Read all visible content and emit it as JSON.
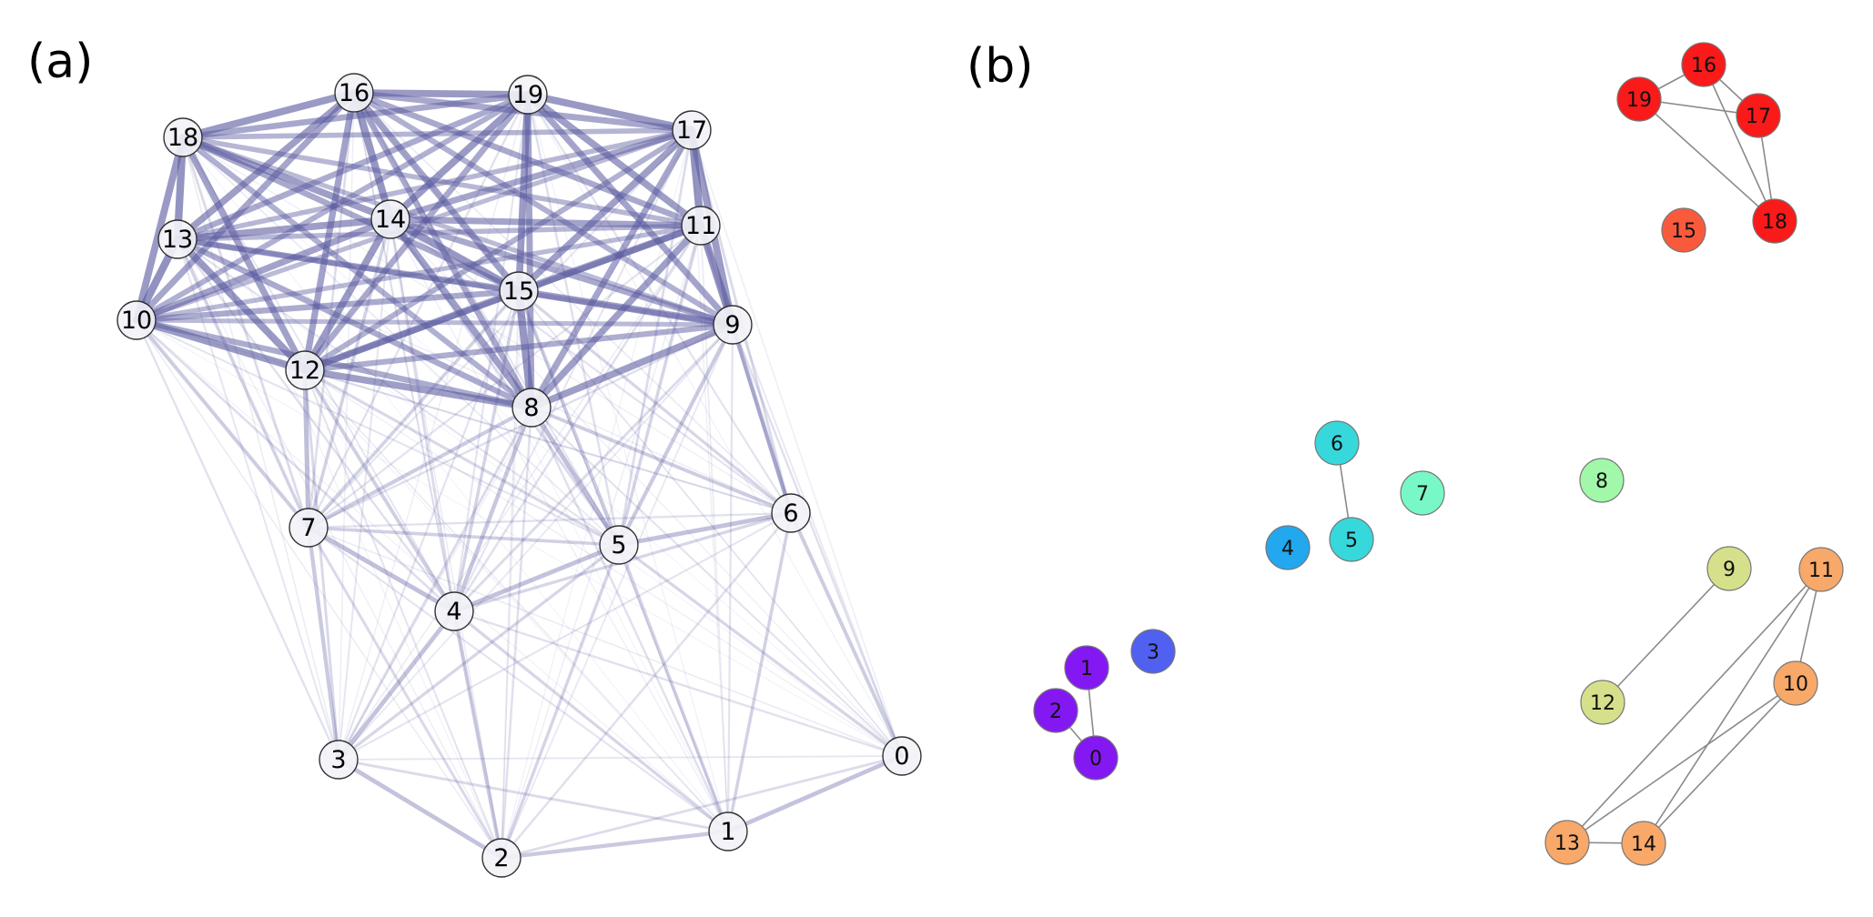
{
  "panels": {
    "a": {
      "label": "(a)"
    },
    "b": {
      "label": "(b)"
    }
  },
  "colors": {
    "edge_a": "#5a5aa0",
    "node_a_fill": "#f2f2f7",
    "node_a_stroke": "#333333",
    "edge_b": "#8a8a8a",
    "node_b_stroke": "#777777"
  },
  "graph_a": {
    "nodes": [
      "0",
      "1",
      "2",
      "3",
      "4",
      "5",
      "6",
      "7",
      "8",
      "9",
      "10",
      "11",
      "12",
      "13",
      "14",
      "15",
      "16",
      "17",
      "18",
      "19"
    ]
  },
  "graph_b": {
    "nodes": [
      {
        "id": "0",
        "color": "#8418f2"
      },
      {
        "id": "1",
        "color": "#8418f2"
      },
      {
        "id": "2",
        "color": "#8418f2"
      },
      {
        "id": "3",
        "color": "#5060f0"
      },
      {
        "id": "4",
        "color": "#22a8ee"
      },
      {
        "id": "5",
        "color": "#36d8dc"
      },
      {
        "id": "6",
        "color": "#36d8dc"
      },
      {
        "id": "7",
        "color": "#78f8c4"
      },
      {
        "id": "8",
        "color": "#a0f8a8"
      },
      {
        "id": "9",
        "color": "#d6e08a"
      },
      {
        "id": "10",
        "color": "#f8a868"
      },
      {
        "id": "11",
        "color": "#f8a868"
      },
      {
        "id": "12",
        "color": "#d6e08a"
      },
      {
        "id": "13",
        "color": "#f8a868"
      },
      {
        "id": "14",
        "color": "#f8a868"
      },
      {
        "id": "15",
        "color": "#fa5a3c"
      },
      {
        "id": "16",
        "color": "#fa1a1a"
      },
      {
        "id": "17",
        "color": "#fa1a1a"
      },
      {
        "id": "18",
        "color": "#fa1a1a"
      },
      {
        "id": "19",
        "color": "#fa1a1a"
      }
    ],
    "edges": [
      [
        "0",
        "1"
      ],
      [
        "0",
        "2"
      ],
      [
        "5",
        "6"
      ],
      [
        "9",
        "12"
      ],
      [
        "11",
        "10"
      ],
      [
        "11",
        "13"
      ],
      [
        "11",
        "14"
      ],
      [
        "10",
        "13"
      ],
      [
        "10",
        "14"
      ],
      [
        "13",
        "14"
      ],
      [
        "16",
        "19"
      ],
      [
        "16",
        "17"
      ],
      [
        "16",
        "18"
      ],
      [
        "19",
        "17"
      ],
      [
        "19",
        "18"
      ],
      [
        "17",
        "18"
      ]
    ]
  }
}
